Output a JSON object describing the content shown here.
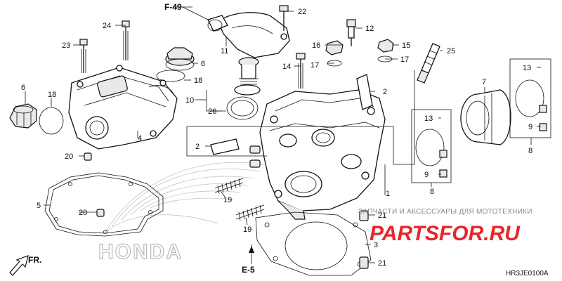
{
  "refs": {
    "top": "F-49",
    "bottom": "E-5"
  },
  "front_label": "FR.",
  "diagram_code": "HR3JE0100A",
  "honda_logo": "HONDA",
  "watermark": {
    "caption": "ЗАПЧАСТИ И АКСЕССУАРЫ ДЛЯ МОТОТЕХНИКИ",
    "logo": "PARTSFOR.RU"
  },
  "callouts": {
    "c1": "1",
    "c2a": "2",
    "c2b": "2",
    "c3": "3",
    "c4": "4",
    "c5": "5",
    "c6a": "6",
    "c6b": "6",
    "c7": "7",
    "c8a": "8",
    "c8b": "8",
    "c9a": "9",
    "c9b": "9",
    "c10": "10",
    "c11": "11",
    "c12": "12",
    "c13a": "13",
    "c13b": "13",
    "c14": "14",
    "c15": "15",
    "c16": "16",
    "c17a": "17",
    "c17b": "17",
    "c18a": "18",
    "c18b": "18",
    "c19a": "19",
    "c19b": "19",
    "c20a": "20",
    "c20b": "20",
    "c21a": "21",
    "c21b": "21",
    "c22": "22",
    "c23": "23",
    "c24": "24",
    "c25": "25",
    "c26": "26"
  }
}
